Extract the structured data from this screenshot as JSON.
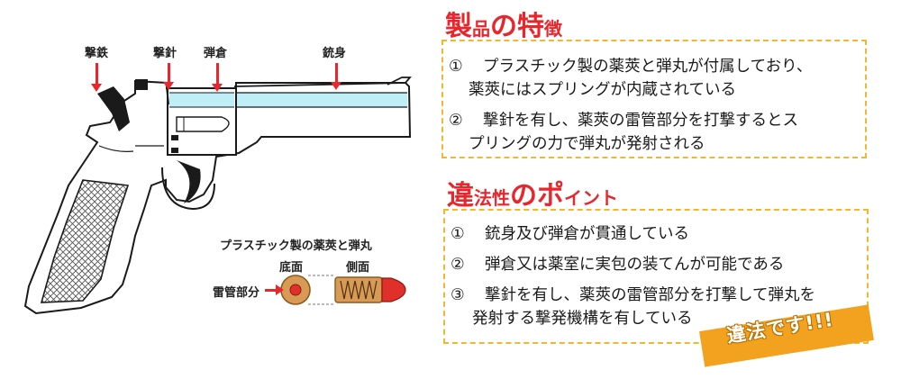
{
  "diagram": {
    "labels": {
      "hammer": "撃鉄",
      "firing_pin": "撃針",
      "cylinder": "弾倉",
      "barrel": "銃身",
      "cartridge_title": "プラスチック製の薬莢と弾丸",
      "bottom": "底面",
      "side": "側面",
      "primer": "雷管部分"
    }
  },
  "features": {
    "title_char1": "製",
    "title_char2": "品",
    "title_char3": "の",
    "title_char4": "特",
    "title_char5": "徴",
    "item1_num": "①",
    "item1_line1": "プラスチック製の薬莢と弾丸が付属しており、",
    "item1_line2": "薬莢にはスプリングが内蔵されている",
    "item2_num": "②",
    "item2_line1": "撃針を有し、薬莢の雷管部分を打撃するとス",
    "item2_line2": "プリングの力で弾丸が発射される"
  },
  "illegal": {
    "title_char1": "違",
    "title_char2": "法性",
    "title_char3": "の",
    "title_char4": "ポ",
    "title_char5": "イント",
    "item1_num": "①",
    "item1": "銃身及び弾倉が貫通している",
    "item2_num": "②",
    "item2": "弾倉又は薬室に実包の装てんが可能である",
    "item3_num": "③",
    "item3_line1": "撃針を有し、薬莢の雷管部分を打撃して弾丸を",
    "item3_line2": "発射する撃発機構を有している"
  },
  "badge": {
    "text": "違法です!!!"
  },
  "colors": {
    "accent_red": "#e8262b",
    "box_border": "#f5b52e",
    "badge": "#f2a21e",
    "barrel_highlight": "#bfeef7"
  }
}
